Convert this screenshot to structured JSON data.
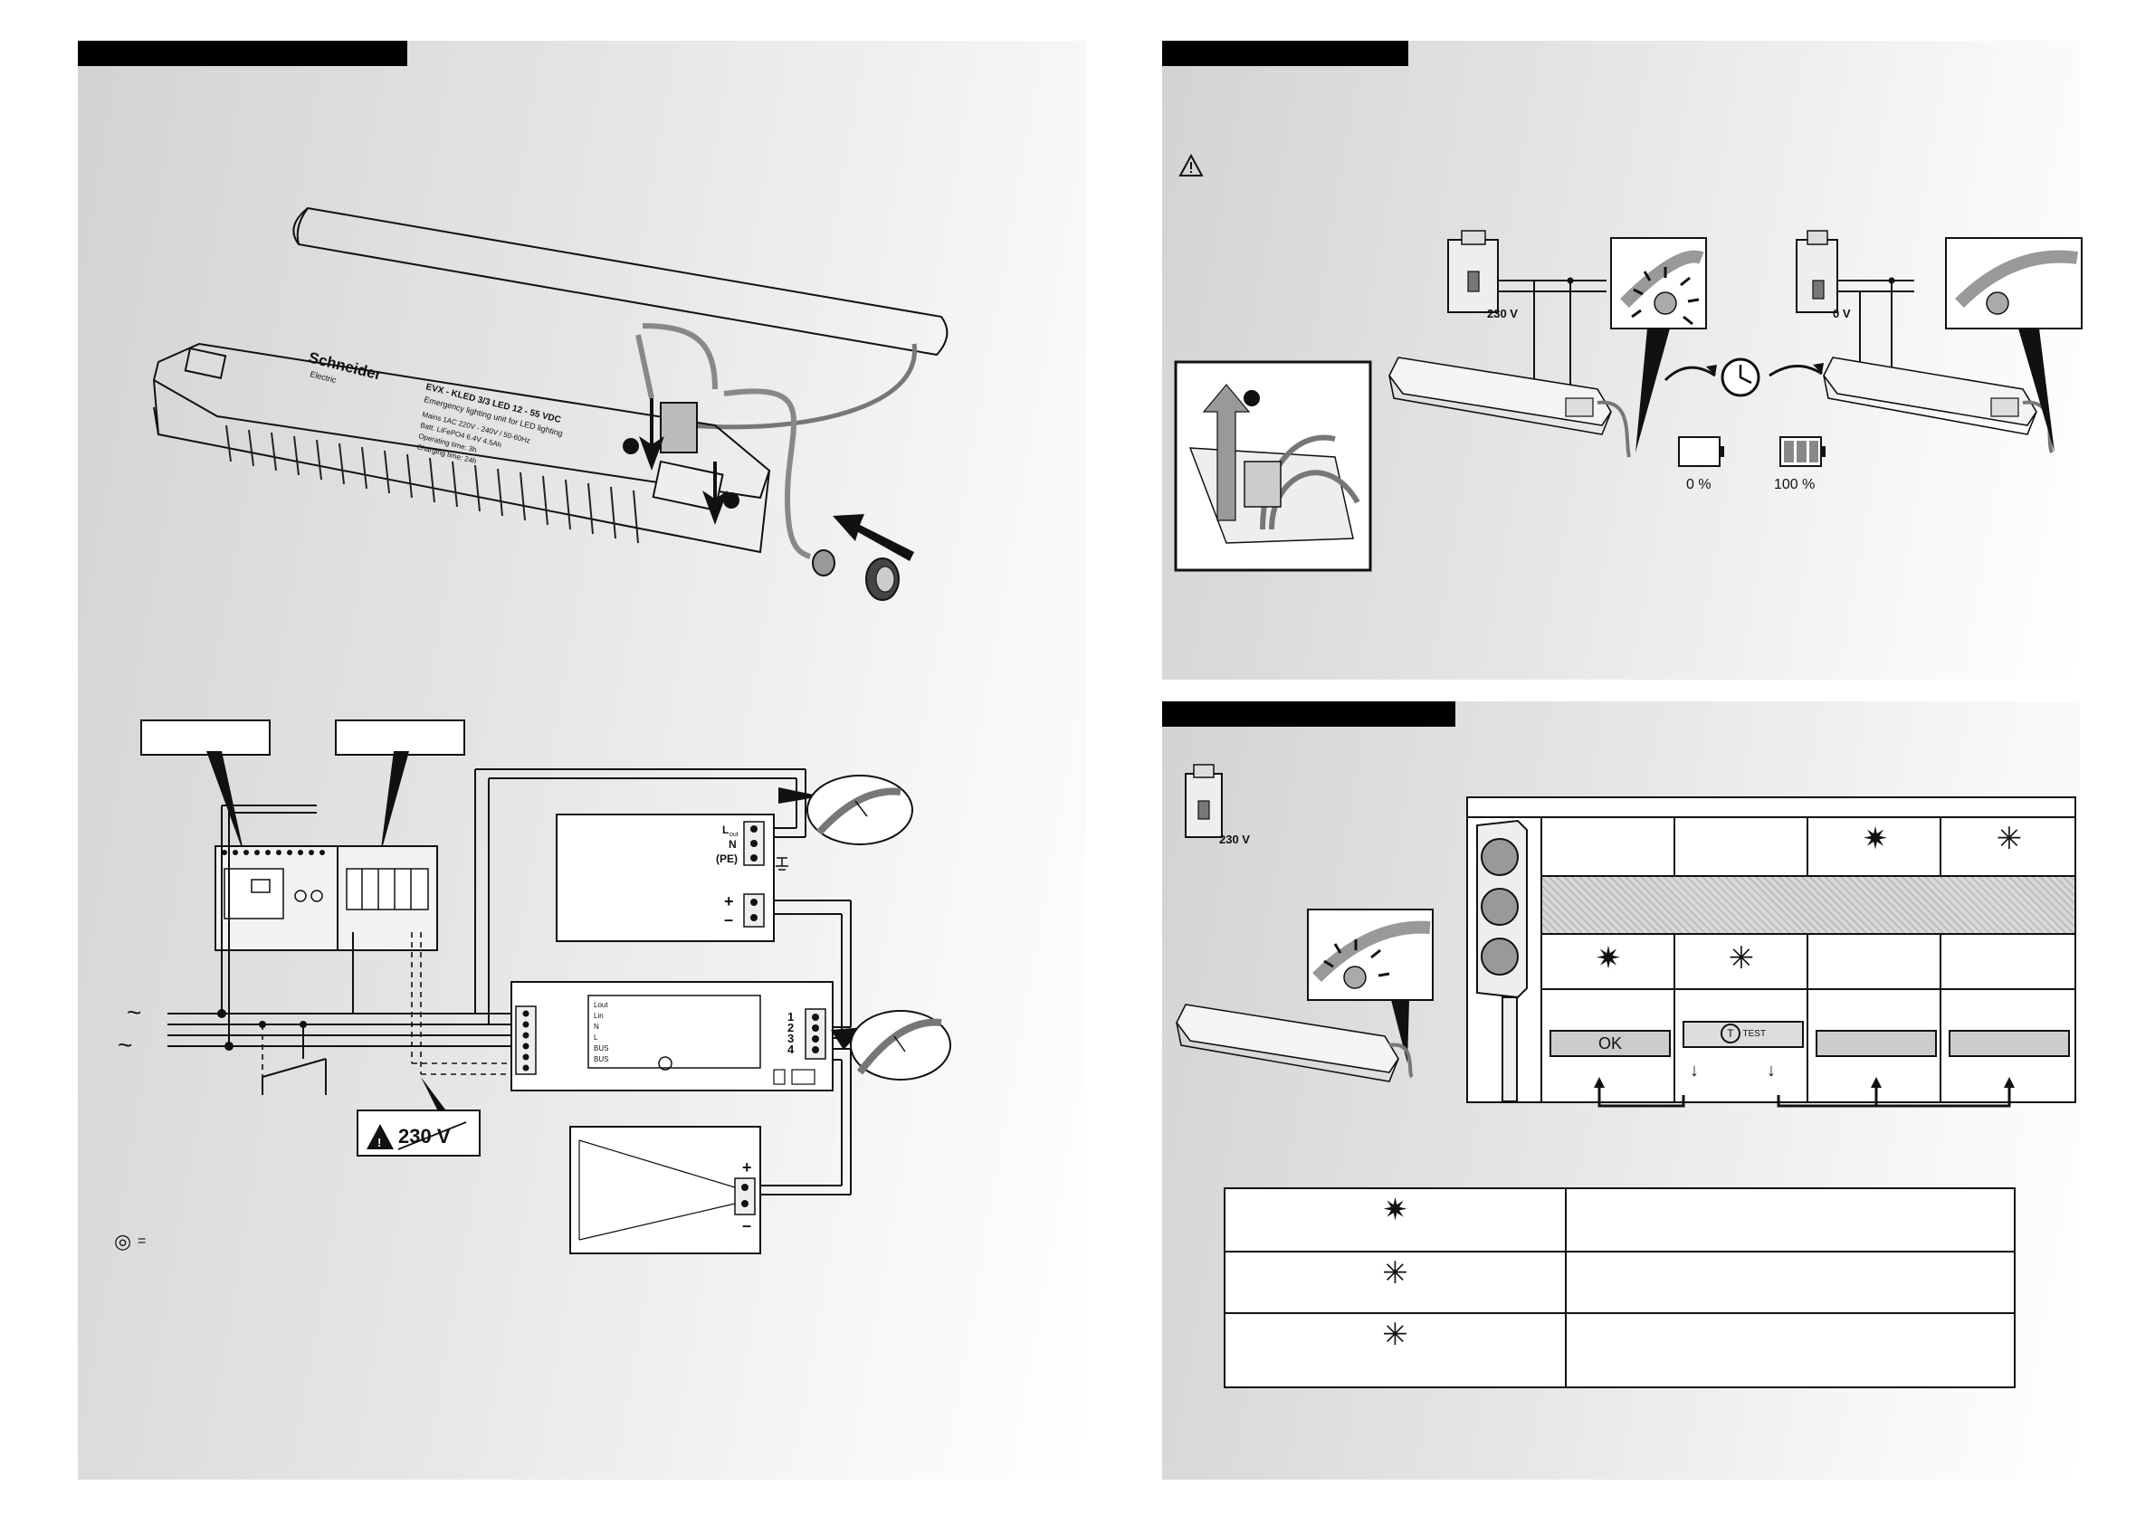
{
  "brand": {
    "logo_text": "Schneider",
    "logo_sub": "Electric"
  },
  "product": {
    "model_line": "EVX - KLED 3/3 LED 12 - 55 VDC",
    "desc_line": "Emergency lighting unit for LED lighting",
    "spec_lines": [
      "Mains 1AC  220V - 240V / 50-60Hz",
      "Batt. LiFePO4 6.4V 4.5Ah",
      "Operating time: 3h",
      "Charging time: 24h"
    ]
  },
  "wiring": {
    "terminal_labels": [
      "L",
      "N",
      "(PE)"
    ],
    "terminal_sub": "out",
    "plus": "+",
    "minus": "–",
    "module_numbers": [
      "1",
      "2",
      "3",
      "4"
    ],
    "module_left_terms": [
      "Lout",
      "Lin",
      "N",
      "L",
      "BUS",
      "BUS"
    ],
    "ac_symbol": "~",
    "warning_voltage": "230 V",
    "legend_symbol": "◎",
    "legend_eq": "="
  },
  "charging": {
    "voltage_on": "230 V",
    "voltage_off": "0 V",
    "battery_empty": "0 %",
    "battery_full": "100 %"
  },
  "status": {
    "breaker_voltage": "230 V",
    "cell_ok": "OK",
    "cell_test_badge": "T",
    "cell_test": "TEST",
    "arrow_down": "↓",
    "sym_on": "✷",
    "sym_blink": "✳"
  },
  "warning_icon": "warning-triangle-icon",
  "colors": {
    "header_bar": "#000000",
    "panel_light": "#f5f5f5",
    "panel_dark": "#d3d3d3",
    "line": "#111111"
  }
}
